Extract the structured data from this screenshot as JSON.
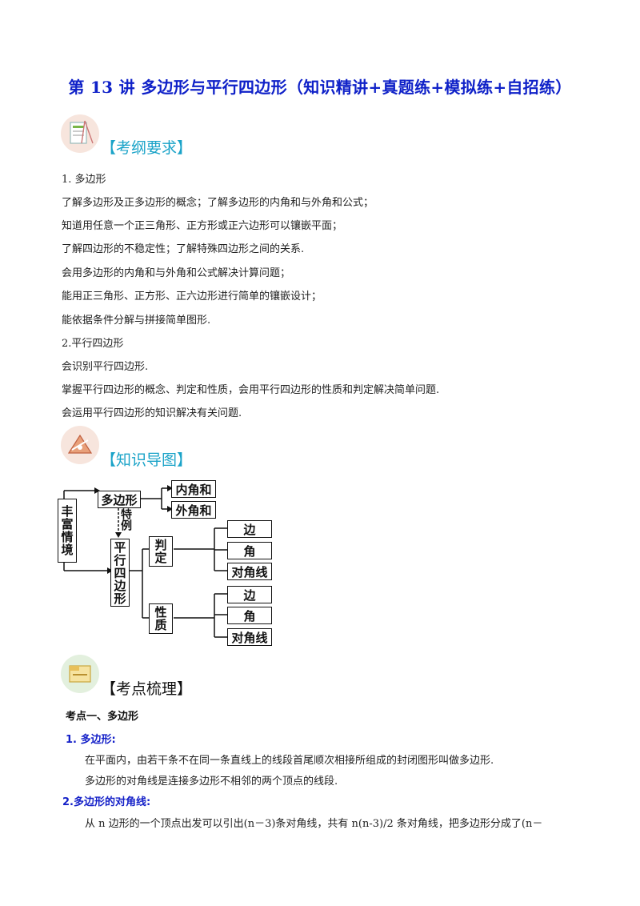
{
  "title": "第 13 讲  多边形与平行四边形（知识精讲+真题练+模拟练+自招练）",
  "section1": {
    "heading": "【考纲要求】",
    "lines": [
      "1.  多边形",
      "了解多边形及正多边形的概念；了解多边形的内角和与外角和公式；",
      "知道用任意一个正三角形、正方形或正六边形可以镶嵌平面；",
      "了解四边形的不稳定性；了解特殊四边形之间的关系.",
      "会用多边形的内角和与外角和公式解决计算问题；",
      "能用正三角形、正方形、正六边形进行简单的镶嵌设计；",
      "能依据条件分解与拼接简单图形.",
      "2.平行四边形",
      "会识别平行四边形.",
      "掌握平行四边形的概念、判定和性质，会用平行四边形的性质和判定解决简单问题.",
      "会运用平行四边形的知识解决有关问题."
    ]
  },
  "section2": {
    "heading": "【知识导图】",
    "mindmap": {
      "root": "丰富情境",
      "polygon": "多边形",
      "interior": "内角和",
      "exterior": "外角和",
      "special": "特例",
      "parallelogram": "平行四边形",
      "judge": "判定",
      "property": "性质",
      "edge": "边",
      "angle": "角",
      "diagonal": "对角线"
    }
  },
  "section3": {
    "heading": "【考点梳理】",
    "point1": "考点一、多边形",
    "item1_title": "1.   多边形:",
    "item1_p1": "在平面内，由若干条不在同一条直线上的线段首尾顺次相接所组成的封闭图形叫做多边形.",
    "item1_p2": "多边形的对角线是连接多边形不相邻的两个顶点的线段.",
    "item2_title": "2.多边形的对角线:",
    "item2_p1": "从 n 边形的一个顶点出发可以引出(n－3)条对角线，共有 n(n-3)/2 条对角线，把多边形分成了(n－"
  }
}
